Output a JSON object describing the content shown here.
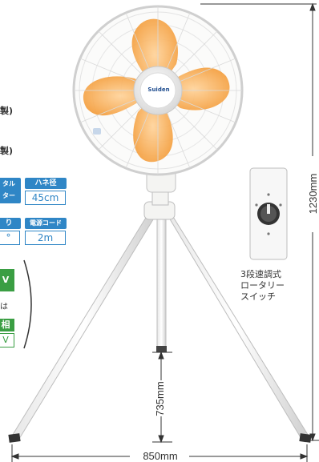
{
  "left_specs": {
    "text1": "製)",
    "text2": "製)",
    "tag_motor": "タル\nター",
    "tag_blade": "ハネ径",
    "val_blade": "45cm",
    "tag_rot": "り",
    "val_rot": "°",
    "tag_cord": "電源コード",
    "val_cord": "2m",
    "volt1": "V",
    "note_ha": "は",
    "phase": "相",
    "volt2": "V"
  },
  "product": {
    "badge": "Suiden"
  },
  "dimensions": {
    "height": "1230mm",
    "leg_height": "735mm",
    "base_width": "850mm"
  },
  "switch": {
    "caption": "3段速調式\nロータリー\nスイッチ"
  },
  "colors": {
    "blade_orange": "#f5a040",
    "frame_white": "#f4f4f2",
    "spec_blue": "#2f86c6",
    "spec_green": "#3a9e43"
  }
}
